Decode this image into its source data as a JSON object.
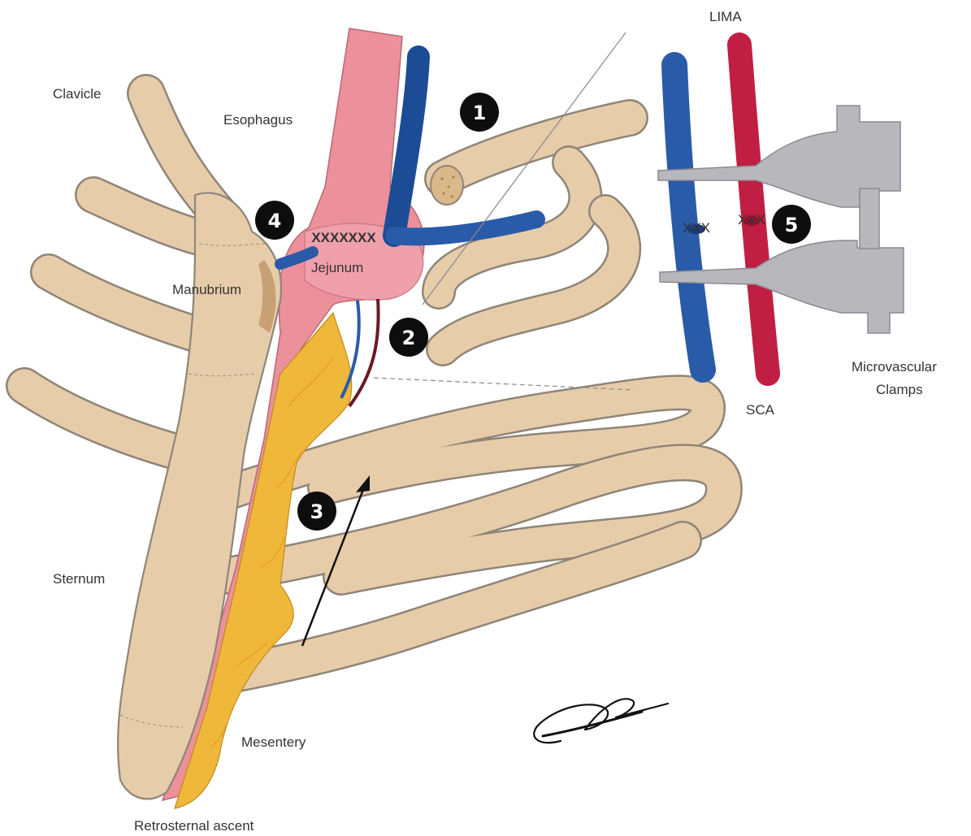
{
  "labels": {
    "clavicle": "Clavicle",
    "esophagus": "Esophagus",
    "jejunum": "Jejunum",
    "manubrium": "Manubrium",
    "sternum": "Sternum",
    "mesentery": "Mesentery",
    "retrosternal": "Retrosternal ascent",
    "lima": "LIMA",
    "sca": "SCA",
    "clamps_line1": "Microvascular",
    "clamps_line2": "Clamps",
    "anastomosis": "XXXXXXX",
    "vessel_suture_blue": "XXX",
    "vessel_suture_red": "XXX"
  },
  "markers": [
    "1",
    "2",
    "3",
    "4",
    "5"
  ],
  "colors": {
    "bone": "#e7ccaa",
    "bone_outline": "#8f8578",
    "esophagus": "#ec909c",
    "vein": "#2a5ba8",
    "artery": "#c01e42",
    "mesentery": "#f0b83a",
    "clamp": "#b8b8bc",
    "marker": "#0d0d0d"
  },
  "icons": {
    "signature": "handwritten-signature"
  }
}
